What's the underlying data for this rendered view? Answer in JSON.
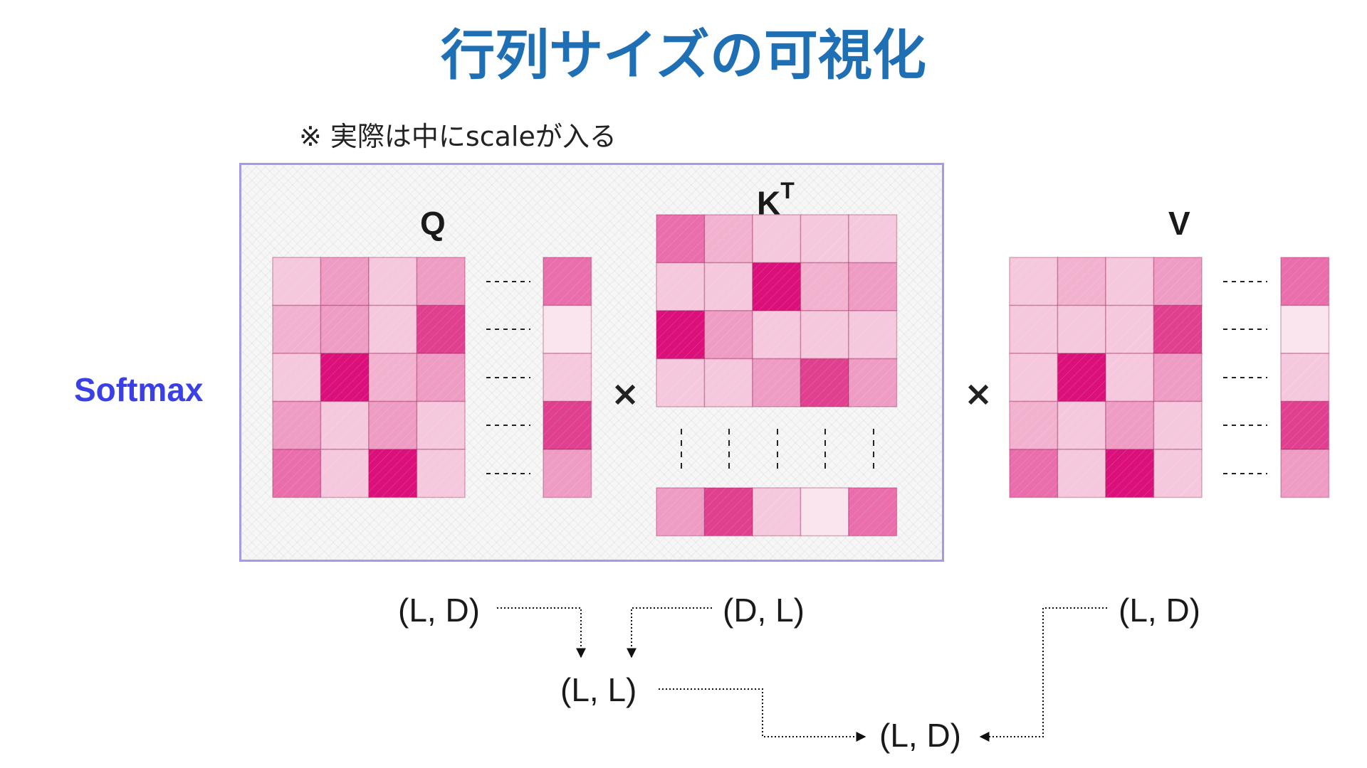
{
  "title": "行列サイズの可視化",
  "note": "※ 実際は中にscaleが入る",
  "softmax_label": "Softmax",
  "labels": {
    "q": "Q",
    "k": "K",
    "k_sup": "T",
    "v": "V",
    "times": "×"
  },
  "shapes": {
    "q": "(L, D)",
    "kt": "(D, L)",
    "v": "(L, D)",
    "qk": "(L, L)",
    "out": "(L, D)"
  },
  "colors": {
    "title": "#1f6fb5",
    "softmax": "#3b3fe6",
    "box_border": "#a39be9",
    "cell_levels": [
      "#fae4ee",
      "#f6c8dd",
      "#f2b1cf",
      "#ee9cc3",
      "#e96eab",
      "#e0408f",
      "#dc107b"
    ]
  },
  "matrices": {
    "q_main": [
      [
        1,
        3,
        1,
        3
      ],
      [
        2,
        3,
        1,
        5
      ],
      [
        1,
        6,
        2,
        3
      ],
      [
        3,
        1,
        3,
        1
      ],
      [
        4,
        1,
        6,
        1
      ]
    ],
    "q_tail": [
      4,
      0,
      1,
      5,
      3
    ],
    "kt_main": [
      [
        4,
        2,
        1,
        1,
        1
      ],
      [
        1,
        1,
        6,
        2,
        3
      ],
      [
        6,
        3,
        1,
        1,
        1
      ],
      [
        1,
        1,
        3,
        5,
        3
      ]
    ],
    "kt_tail": [
      3,
      5,
      1,
      0,
      4
    ],
    "v_main": [
      [
        1,
        2,
        1,
        3
      ],
      [
        1,
        1,
        1,
        5
      ],
      [
        1,
        6,
        1,
        3
      ],
      [
        2,
        1,
        3,
        1
      ],
      [
        4,
        1,
        6,
        1
      ]
    ],
    "v_tail": [
      4,
      0,
      1,
      5,
      3
    ]
  }
}
